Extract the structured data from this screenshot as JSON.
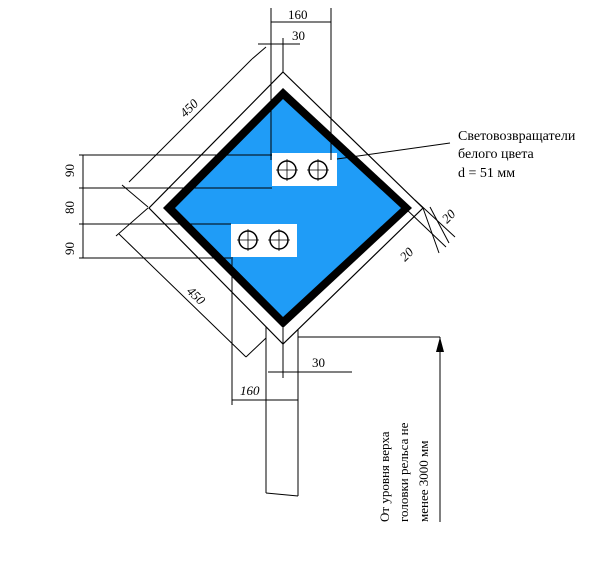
{
  "colors": {
    "sign_blue": "#1f9cf7",
    "border_black": "#000000",
    "background": "#ffffff"
  },
  "dimensions": {
    "top_width": "160",
    "top_offset": "30",
    "upper_side": "450",
    "lower_side": "450",
    "vertical_1": "90",
    "vertical_2": "80",
    "vertical_3": "90",
    "edge_1": "20",
    "edge_2": "20",
    "post_width": "160",
    "post_offset": "30"
  },
  "annotations": {
    "reflector_line1": "Световозвращатели",
    "reflector_line2": "белого цвета",
    "reflector_line3": "d = 51 мм",
    "height_line1": "От уровня верха",
    "height_line2": "головки рельса не",
    "height_line3": "менее 3000 мм"
  }
}
